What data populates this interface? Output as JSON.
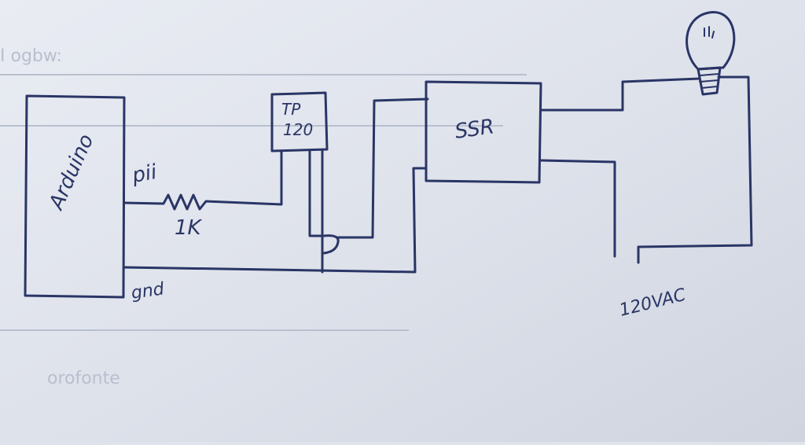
{
  "diagram": {
    "arduino_label": "Arduino",
    "pin_label": "pii",
    "resistor_label": "1K",
    "gnd_label": "gnd",
    "transistor_label_line1": "TP",
    "transistor_label_line2": "120",
    "ssr_label": "SSR",
    "ac_label": "120VAC"
  },
  "background_faint_text": {
    "line1": "I ogbw:",
    "line2": "orofonte"
  },
  "colors": {
    "ink": "#2a3566",
    "paper": "#dfe3ec"
  }
}
